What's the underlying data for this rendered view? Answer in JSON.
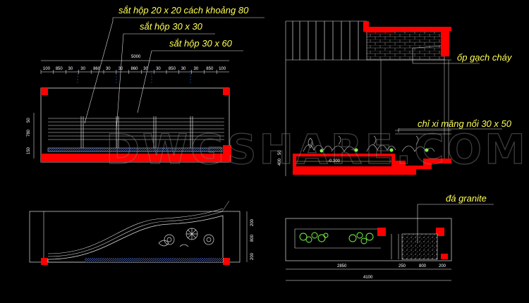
{
  "annotations": {
    "box_20x20": "sắt hộp 20 x 20 cách khoảng 80",
    "box_30x30": "sắt hộp 30 x 30",
    "box_30x60": "sắt hộp 30 x 60",
    "brick_cladding": "ốp gạch cháy",
    "cement_trim": "chỉ xi măng nổi 30 x 50",
    "granite": "đá granite"
  },
  "elevation_left": {
    "total_width": "5000",
    "segments": [
      "100",
      "850",
      "30",
      "30",
      "860",
      "30",
      "30",
      "860",
      "30",
      "30",
      "850",
      "30",
      "30",
      "850",
      "100"
    ],
    "side_dims": [
      "50",
      "780",
      "150"
    ]
  },
  "elevation_right": {
    "level": "-0.300",
    "side_dims": [
      "400",
      "50"
    ]
  },
  "plan_left": {
    "side_dims": [
      "200",
      "800",
      "200"
    ]
  },
  "plan_right": {
    "dims": [
      "2850",
      "250",
      "800",
      "200"
    ],
    "total": "4100"
  },
  "watermark": "DWGSHARE.COM",
  "colors": {
    "background": "#000000",
    "line": "#ffffff",
    "accent_red": "#ff0000",
    "annotation": "#ffff55",
    "plant_green": "#7cff4a",
    "guide_blue": "#3a78ff"
  }
}
